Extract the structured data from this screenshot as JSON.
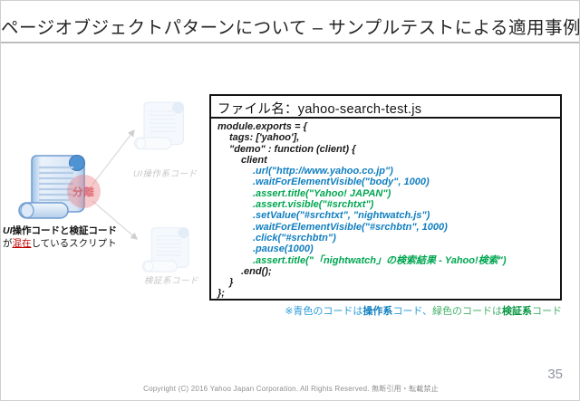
{
  "slide": {
    "title": "ページオブジェクトパターンについて – サンプルテストによる適用事例",
    "page_number": "35",
    "footer": "Copyright (C) 2016 Yahoo Japan Corporation. All Rights Reserved. 無断引用・転載禁止"
  },
  "colors": {
    "black": "#1a1a1a",
    "blue": "#0f7ec0",
    "green": "#00a651",
    "annotation_red": "#c00000"
  },
  "diagram": {
    "separate_badge": "分離",
    "ui_code_label": "UI操作系コード",
    "verify_code_label": "検証系コード",
    "caption_line1": [
      {
        "text": "UI",
        "bold": true,
        "italic": true
      },
      {
        "text": "操作コード",
        "bold": true
      },
      {
        "text": "と",
        "bold": true
      },
      {
        "text": "検証コード",
        "bold": true
      }
    ],
    "caption_line2": [
      {
        "text": "が"
      },
      {
        "text": "混在",
        "color": "#c00000",
        "underline": true
      },
      {
        "text": "しているスクリプト"
      }
    ]
  },
  "code": {
    "file_header": "ファイル名：yahoo-search-test.js",
    "lines": [
      {
        "indent": 0,
        "color": "black",
        "text": "module.exports = {"
      },
      {
        "indent": 1,
        "color": "black",
        "text": "tags: ['yahoo'],"
      },
      {
        "indent": 1,
        "color": "black",
        "text": "\"demo\" : function (client) {"
      },
      {
        "indent": 2,
        "color": "black",
        "text": "client"
      },
      {
        "indent": 3,
        "color": "blue",
        "text": ".url(\"http://www.yahoo.co.jp\")"
      },
      {
        "indent": 3,
        "color": "blue",
        "text": ".waitForElementVisible(\"body\", 1000)"
      },
      {
        "indent": 3,
        "color": "green",
        "text": ".assert.title(\"Yahoo! JAPAN\")"
      },
      {
        "indent": 3,
        "color": "green",
        "text": ".assert.visible(\"#srchtxt\")"
      },
      {
        "indent": 3,
        "color": "blue",
        "text": ".setValue(\"#srchtxt\", \"nightwatch.js\")"
      },
      {
        "indent": 3,
        "color": "blue",
        "text": ".waitForElementVisible(\"#srchbtn\", 1000)"
      },
      {
        "indent": 3,
        "color": "blue",
        "text": ".click(\"#srchbtn\")"
      },
      {
        "indent": 3,
        "color": "blue",
        "text": ".pause(1000)"
      },
      {
        "indent": 3,
        "color": "green",
        "text": ".assert.title(\"「nightwatch」の検索結果 - Yahoo!検索\")"
      },
      {
        "indent": 2,
        "color": "black",
        "text": ".end();"
      },
      {
        "indent": 1,
        "color": "black",
        "text": "}"
      },
      {
        "indent": 0,
        "color": "black",
        "text": "};"
      }
    ]
  },
  "note": {
    "segments": [
      {
        "text": "※青色のコードは",
        "color": "#2b9bd7"
      },
      {
        "text": "操作系",
        "color": "#0f7ec0",
        "bold": true
      },
      {
        "text": "コード、",
        "color": "#2b9bd7"
      },
      {
        "text": "緑色のコードは",
        "color": "#45b06a"
      },
      {
        "text": "検証系",
        "color": "#00963f",
        "bold": true
      },
      {
        "text": "コード",
        "color": "#45b06a"
      }
    ]
  }
}
